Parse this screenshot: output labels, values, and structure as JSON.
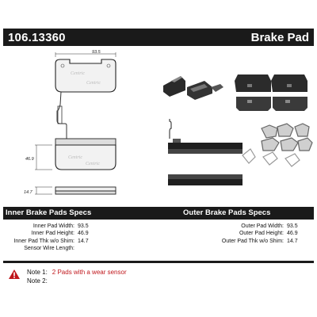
{
  "header": {
    "part_number": "106.13360",
    "product_type": "Brake Pad"
  },
  "drawing": {
    "width_dim": "93.5",
    "height_dim": "46.9",
    "thickness_dim": "14.7",
    "pad_watermark": "Centric"
  },
  "specs": {
    "inner_header": "Inner Brake Pads Specs",
    "outer_header": "Outer Brake Pads Specs",
    "inner": [
      {
        "label": "Inner Pad Width:",
        "value": "93.5"
      },
      {
        "label": "Inner Pad Height:",
        "value": "46.9"
      },
      {
        "label": "Inner Pad Thk w/o Shim:",
        "value": "14.7"
      },
      {
        "label": "Sensor Wire Length:",
        "value": ""
      }
    ],
    "outer": [
      {
        "label": "Outer Pad Width:",
        "value": "93.5"
      },
      {
        "label": "Outer Pad Height:",
        "value": "46.9"
      },
      {
        "label": "Outer Pad Thk w/o Shim:",
        "value": "14.7"
      }
    ]
  },
  "notes": [
    {
      "label": "Note 1:",
      "text": "2 Pads with a wear sensor"
    },
    {
      "label": "Note 2:",
      "text": ""
    }
  ],
  "colors": {
    "header_bg": "#1a1a1a",
    "note_accent": "#c0171c",
    "pad_fill": "#f2f2f2"
  }
}
